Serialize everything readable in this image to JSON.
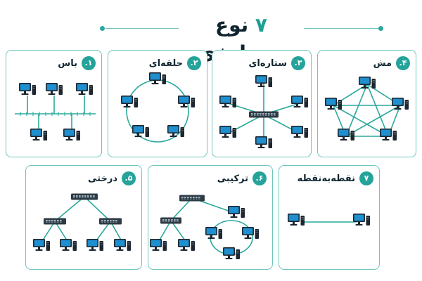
{
  "page": {
    "title_number": "۷",
    "title_text": "نوع توپولوژی شبکه"
  },
  "colors": {
    "accent": "#24a39a",
    "link": "#2aa89c",
    "border": "#6cc7be",
    "text": "#0f2530",
    "switch": "#2f3b44",
    "pc_case": "#1e2730",
    "pc_screen": "#1e8fcf"
  },
  "cards": [
    {
      "number": "۱.",
      "label": "باس",
      "diagram": "bus",
      "icons": [
        "computer-icon"
      ]
    },
    {
      "number": "۲.",
      "label": "حلقه‌ای",
      "diagram": "ring",
      "icons": [
        "computer-icon"
      ]
    },
    {
      "number": "۳.",
      "label": "ستاره‌ای",
      "diagram": "star",
      "icons": [
        "computer-icon",
        "switch-icon"
      ]
    },
    {
      "number": "۴.",
      "label": "مش",
      "diagram": "mesh",
      "icons": [
        "computer-icon"
      ]
    },
    {
      "number": "۵.",
      "label": "درختی",
      "diagram": "tree",
      "icons": [
        "computer-icon",
        "switch-icon"
      ]
    },
    {
      "number": "۶.",
      "label": "ترکیبی",
      "diagram": "hybrid",
      "icons": [
        "computer-icon",
        "switch-icon"
      ]
    },
    {
      "number": "۷",
      "label": "نقطه‌به‌نقطه",
      "diagram": "point-to-point",
      "icons": [
        "computer-icon"
      ]
    }
  ]
}
